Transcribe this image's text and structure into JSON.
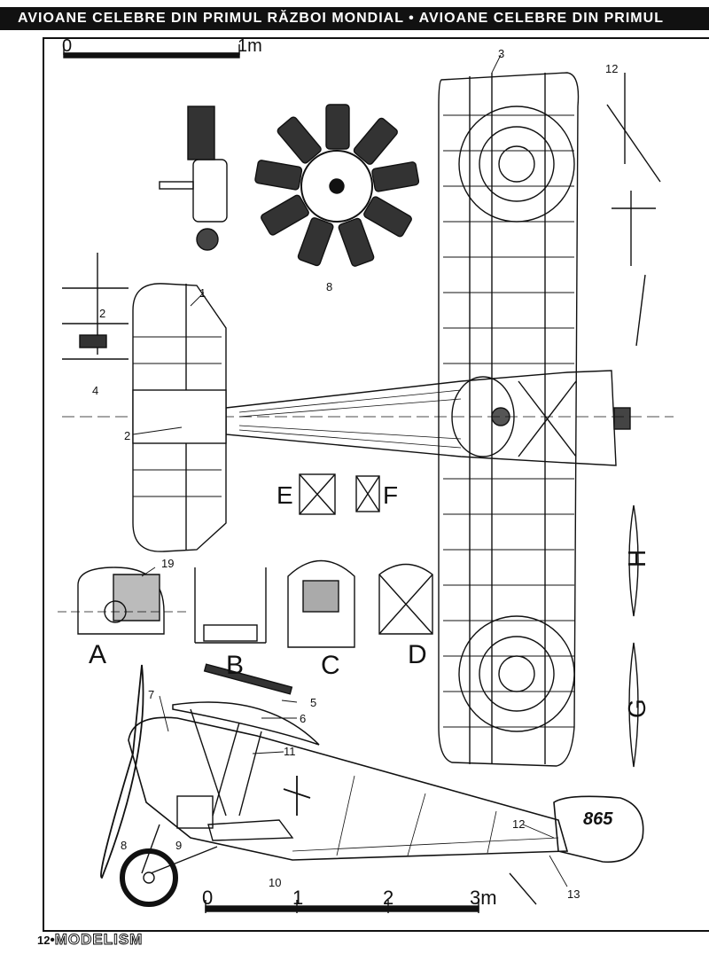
{
  "banner": {
    "text": "AVIOANE CELEBRE DIN PRIMUL RĂZBOI MONDIAL • AVIOANE CELEBRE DIN PRIMUL"
  },
  "scale_top": {
    "zero": "0",
    "end": "1m"
  },
  "scale_bottom": {
    "t0": "0",
    "t1": "1",
    "t2": "2",
    "t3": "3m"
  },
  "detail_letters": {
    "A": "A",
    "B": "B",
    "C": "C",
    "D": "D",
    "E": "E",
    "F": "F",
    "G": "G",
    "H": "H"
  },
  "callouts": {
    "n1": "1",
    "n2a": "2",
    "n2b": "2",
    "n3": "3",
    "n4": "4",
    "n5": "5",
    "n6": "6",
    "n7": "7",
    "n8a": "8",
    "n8b": "8",
    "n9": "9",
    "n10": "10",
    "n11": "11",
    "n12a": "12",
    "n12b": "12",
    "n13": "13",
    "n19": "19"
  },
  "serial": "865",
  "footer": {
    "page": "12",
    "dot": "•",
    "magazine": "MODELISM"
  }
}
